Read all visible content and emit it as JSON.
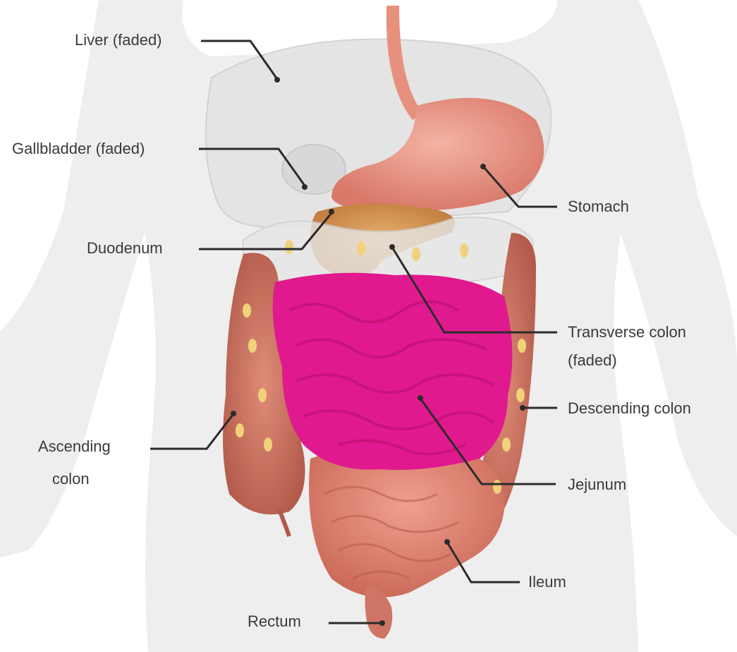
{
  "labels": {
    "liver": "Liver (faded)",
    "gallbladder": "Gallbladder (faded)",
    "duodenum": "Duodenum",
    "stomach": "Stomach",
    "transverse_colon_1": "Transverse colon",
    "transverse_colon_2": "(faded)",
    "descending_colon": "Descending colon",
    "ascending_colon_1": "Ascending",
    "ascending_colon_2": "colon",
    "jejunum": "Jejunum",
    "ileum": "Ileum",
    "rectum": "Rectum"
  },
  "colors": {
    "body_silhouette": "#ececec",
    "faded_organ": "#dcdcdc",
    "stomach": "#e8907e",
    "pancreas": "#d99a52",
    "jejunum": "#e0198f",
    "ileum": "#e08a78",
    "colon": "#c8705e",
    "fat": "#f1d27a",
    "leader_line": "#2b2b2b",
    "label_text": "#3a3a3a"
  }
}
